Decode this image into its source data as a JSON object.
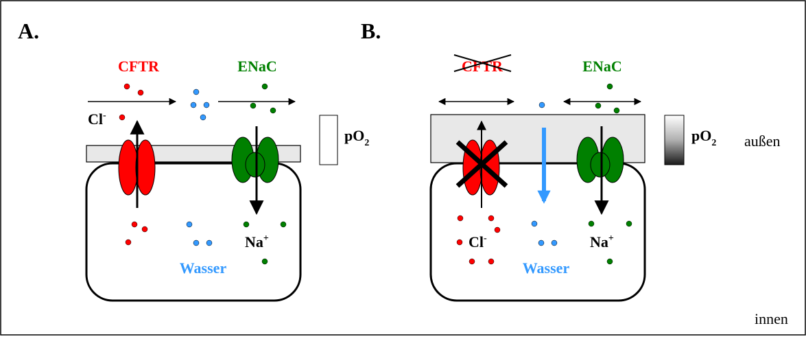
{
  "panels": {
    "a": {
      "label": "A.",
      "channel_left": "CFTR",
      "channel_right": "ENaC",
      "chloride": "Cl",
      "chloride_sup": "-",
      "sodium": "Na",
      "sodium_sup": "+",
      "water": "Wasser",
      "po2": "pO",
      "po2_sub": "2"
    },
    "b": {
      "label": "B.",
      "channel_left": "CFTR",
      "channel_right": "ENaC",
      "chloride": "Cl",
      "chloride_sup": "-",
      "sodium": "Na",
      "sodium_sup": "+",
      "water": "Wasser",
      "po2": "pO",
      "po2_sub": "2"
    }
  },
  "side_labels": {
    "outside": "außen",
    "inside": "innen"
  },
  "colors": {
    "cftr": "#ff0000",
    "enac": "#008000",
    "water": "#3399ff",
    "mucus": "#e8e8e8",
    "chloride_dot": "#ff0000",
    "water_dot": "#3399ff",
    "sodium_dot": "#008000"
  }
}
